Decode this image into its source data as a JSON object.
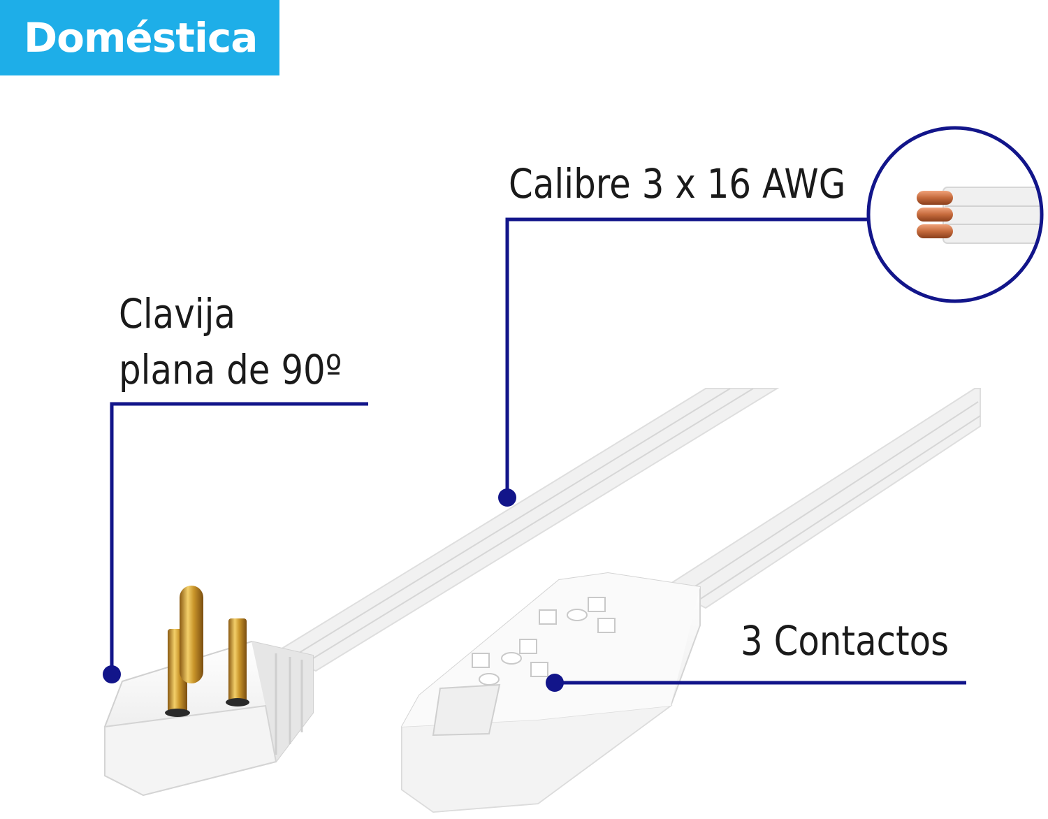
{
  "badge": {
    "label": "Doméstica"
  },
  "callouts": {
    "calibre": "Calibre 3 x 16 AWG",
    "clavija_line1": "Clavija",
    "clavija_line2": "plana de 90º",
    "contactos": "3 Contactos"
  },
  "colors": {
    "badge_bg": "#1eaee8",
    "badge_text": "#ffffff",
    "callout_line": "#12158a",
    "cable": "#f2f2f2",
    "copper": "#c56a3c",
    "brass": "#c9952a"
  },
  "icons": {
    "plug": "plug-90-degree-icon",
    "outlet": "power-strip-icon",
    "wire": "copper-wire-icon"
  }
}
